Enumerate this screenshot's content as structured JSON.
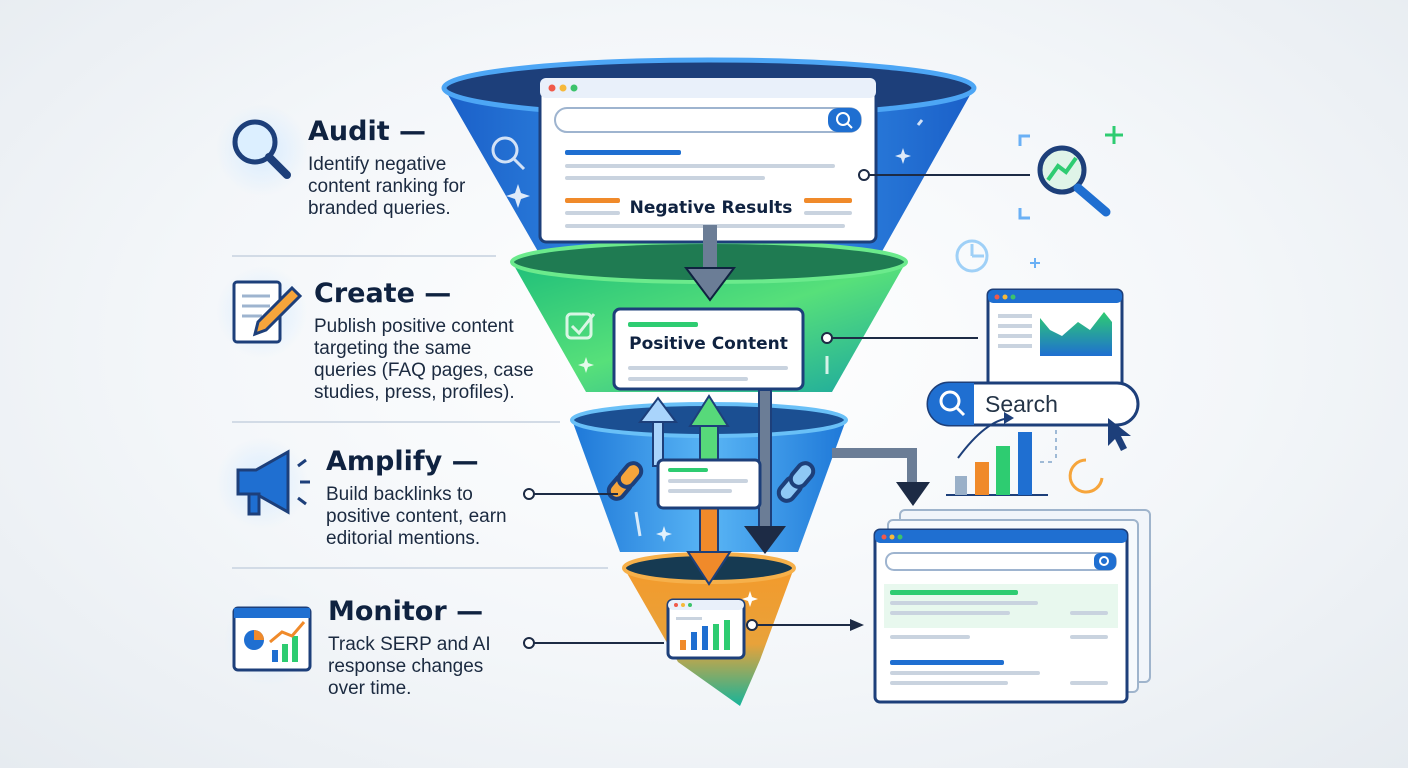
{
  "steps": [
    {
      "title": "Audit —",
      "lines": [
        "Identify negative",
        "content ranking for",
        "branded queries."
      ],
      "icon": "magnifier-icon"
    },
    {
      "title": "Create —",
      "lines": [
        "Publish positive content",
        "targeting the same",
        "queries (FAQ pages, case",
        "studies, press, profiles)."
      ],
      "icon": "document-pencil-icon"
    },
    {
      "title": "Amplify —",
      "lines": [
        "Build backlinks to",
        "positive content, earn",
        "editorial mentions."
      ],
      "icon": "megaphone-icon"
    },
    {
      "title": "Monitor —",
      "lines": [
        "Track SERP and AI",
        "response changes",
        "over time."
      ],
      "icon": "dashboard-chart-icon"
    }
  ],
  "funnel": {
    "negative_label": "Negative Results",
    "positive_label": "Positive Content"
  },
  "search_box": {
    "value": "Search"
  },
  "colors": {
    "navy": "#0f2240",
    "blue": "#1f6fd1",
    "green": "#2ecc71",
    "orange": "#f08a2a",
    "teal": "#22b8a0"
  }
}
